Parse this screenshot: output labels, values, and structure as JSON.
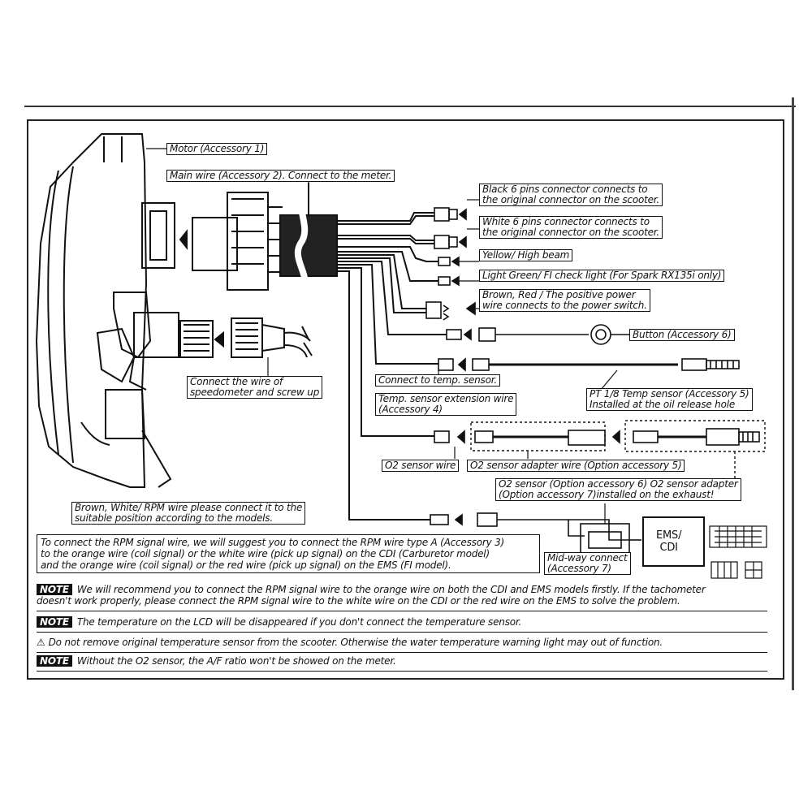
{
  "labels": {
    "motor": "Motor (Accessory 1)",
    "main_wire": "Main wire (Accessory 2). Connect to the meter.",
    "black6_l1": "Black 6 pins connector connects to",
    "black6_l2": "the original connector on the scooter.",
    "white6_l1": "White 6 pins connector connects to",
    "white6_l2": "the original connector on the scooter.",
    "yellow": "Yellow/ High beam",
    "lightgreen": "Light Green/ FI check light (For Spark RX135i only)",
    "brownred_l1": "Brown, Red / The positive power",
    "brownred_l2": "wire connects to the power switch.",
    "button": "Button (Accessory 6)",
    "speedo_l1": "Connect the wire of",
    "speedo_l2": "speedometer and screw up",
    "temp_connect": "Connect to temp. sensor.",
    "temp_ext_l1": "Temp. sensor extension wire",
    "temp_ext_l2": "(Accessory 4)",
    "pt18_l1": "PT 1/8 Temp sensor (Accessory 5)",
    "pt18_l2": "Installed at the oil release hole",
    "o2_wire": "O2 sensor wire",
    "o2_adapter_wire": "O2 sensor adapter wire (Option accessory 5)",
    "o2_sensor_l1": "O2 sensor (Option accessory 6) O2 sensor adapter",
    "o2_sensor_l2": "(Option accessory 7)installed on the exhaust!",
    "rpm_l1": "Brown, White/ RPM wire please connect it to the",
    "rpm_l2": "suitable position according to the models.",
    "ems_cdi_l1": "EMS/",
    "ems_cdi_l2": "CDI",
    "midway_l1": "Mid-way connect",
    "midway_l2": "(Accessory 7)"
  },
  "rpm_instructions": [
    "To connect the RPM signal wire, we will suggest you to connect the RPM wire type A (Accessory 3)",
    "to the orange wire (coil signal) or the white wire (pick up signal) on the CDI (Carburetor model)",
    "and the orange wire (coil signal) or the red wire (pick up signal) on the EMS (FI model)."
  ],
  "notes": [
    {
      "badge": "NOTE",
      "lines": [
        "We will recommend you to connect the RPM signal wire to the orange wire on both the CDI and EMS models firstly. If the tachometer",
        "doesn't work properly, please connect the RPM signal wire to the white wire on the CDI or the red wire on the EMS to solve the problem."
      ]
    },
    {
      "badge": "NOTE",
      "lines": [
        "The temperature on the LCD will be disappeared if you don't connect the temperature sensor."
      ]
    },
    {
      "badge": "⚠",
      "lines": [
        "Do not remove original temperature sensor from the scooter. Otherwise the water temperature warning light may out of function."
      ]
    },
    {
      "badge": "NOTE",
      "lines": [
        "Without the O2 sensor, the A/F ratio won't be showed on the meter."
      ]
    }
  ],
  "colors": {
    "ink": "#111111",
    "paper": "#ffffff",
    "shade": "#555555"
  }
}
